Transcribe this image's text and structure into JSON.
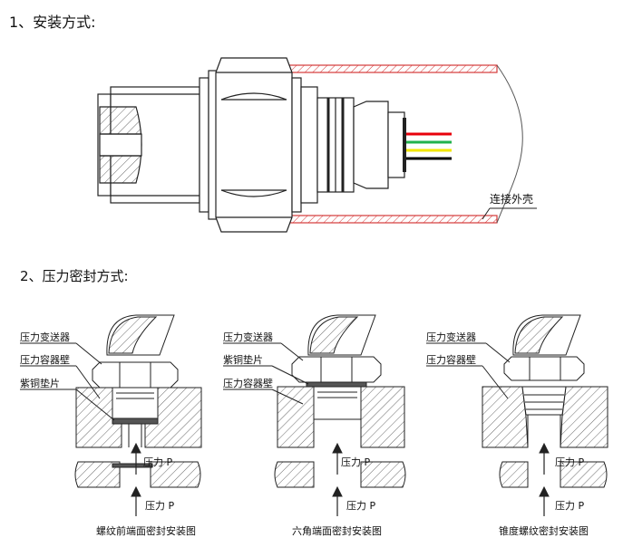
{
  "headings": {
    "install": "1、安装方式:",
    "seal": "2、压力密封方式:"
  },
  "top_diagram": {
    "housing_label": "连接外壳",
    "wire_colors": [
      "#e8000b",
      "#22b24c",
      "#f2e600",
      "#000000"
    ]
  },
  "seal_diagrams": [
    {
      "labels": [
        "压力变送器",
        "压力容器壁",
        "紫铜垫片"
      ],
      "pressure_upper": "压力 P",
      "pressure_lower": "压力 P",
      "caption": "螺纹前端面密封安装图"
    },
    {
      "labels": [
        "压力变送器",
        "紫铜垫片",
        "压力容器壁"
      ],
      "pressure_upper": "压力 P",
      "pressure_lower": "压力 P",
      "caption": "六角端面密封安装图"
    },
    {
      "labels": [
        "压力变送器",
        "压力容器壁"
      ],
      "pressure_upper": "压力 P",
      "pressure_lower": "压力 P",
      "caption": "锥度螺纹密封安装图"
    }
  ]
}
